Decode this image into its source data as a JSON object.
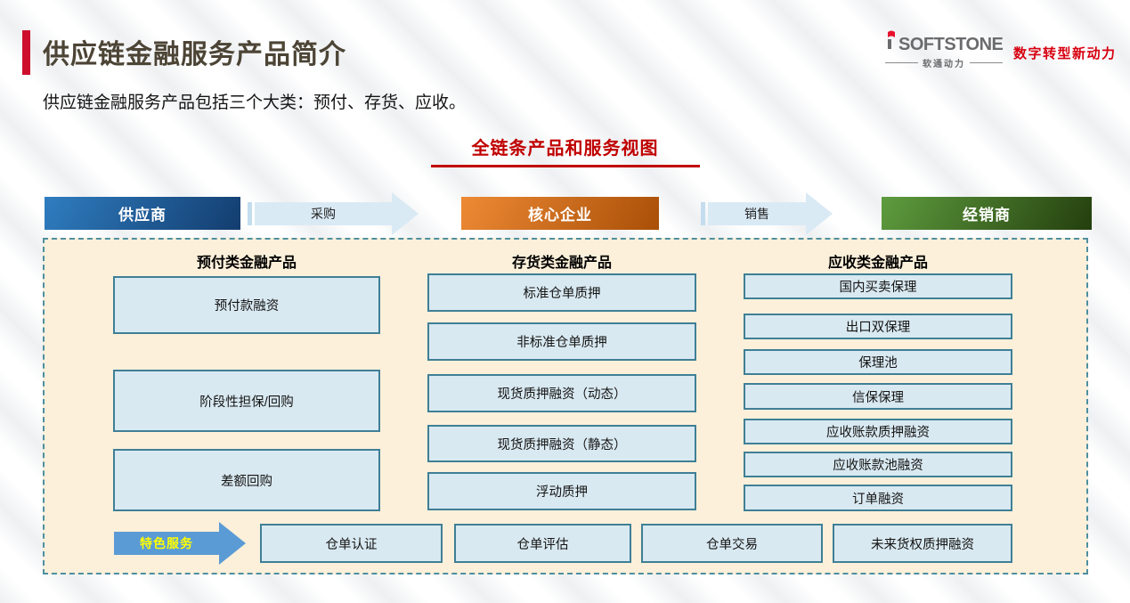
{
  "header": {
    "title": "供应链金融服务产品简介",
    "logo": {
      "brand": "SOFTSTONE",
      "brand_cn": "软通动力",
      "tagline": "数字转型新动力"
    }
  },
  "intro": "供应链金融服务产品包括三个大类：预付、存货、应收。",
  "view_title": "全链条产品和服务视图",
  "flow": {
    "nodes": [
      {
        "label": "供应商"
      },
      {
        "label": "核心企业"
      },
      {
        "label": "经销商"
      }
    ],
    "arrows": [
      {
        "label": "采购"
      },
      {
        "label": "销售"
      }
    ]
  },
  "columns": [
    {
      "title": "预付类金融产品",
      "items": [
        "预付款融资",
        "阶段性担保/回购",
        "差额回购"
      ]
    },
    {
      "title": "存货类金融产品",
      "items": [
        "标准仓单质押",
        "非标准仓单质押",
        "现货质押融资（动态）",
        "现货质押融资（静态）",
        "浮动质押"
      ]
    },
    {
      "title": "应收类金融产品",
      "items": [
        "国内买卖保理",
        "出口双保理",
        "保理池",
        "信保保理",
        "应收账款质押融资",
        "应收账款池融资",
        "订单融资"
      ]
    }
  ],
  "special_services": {
    "label": "特色服务",
    "items": [
      "仓单认证",
      "仓单评估",
      "仓单交易",
      "未来货权质押融资"
    ]
  },
  "colors": {
    "accent_red": "#CE0E2D",
    "title_text": "#4C4435",
    "heading_red": "#C00000",
    "supplier_blue_start": "#2F7DC0",
    "supplier_blue_end": "#133D6F",
    "core_orange_start": "#ED8A35",
    "core_orange_end": "#A94F07",
    "distributor_green_start": "#5E9C3E",
    "distributor_green_end": "#243F0E",
    "process_arrow_fill": "#DAEAF5",
    "panel_bg": "#FCF0DA",
    "panel_border": "#4E8FA0",
    "item_bg": "#D9E9F1",
    "item_border": "#3F7F96",
    "special_arrow_blue": "#5B9BD5",
    "special_label_yellow": "#FFFF00",
    "logo_gray": "#6B6B6E",
    "logo_red": "#D7000F"
  }
}
